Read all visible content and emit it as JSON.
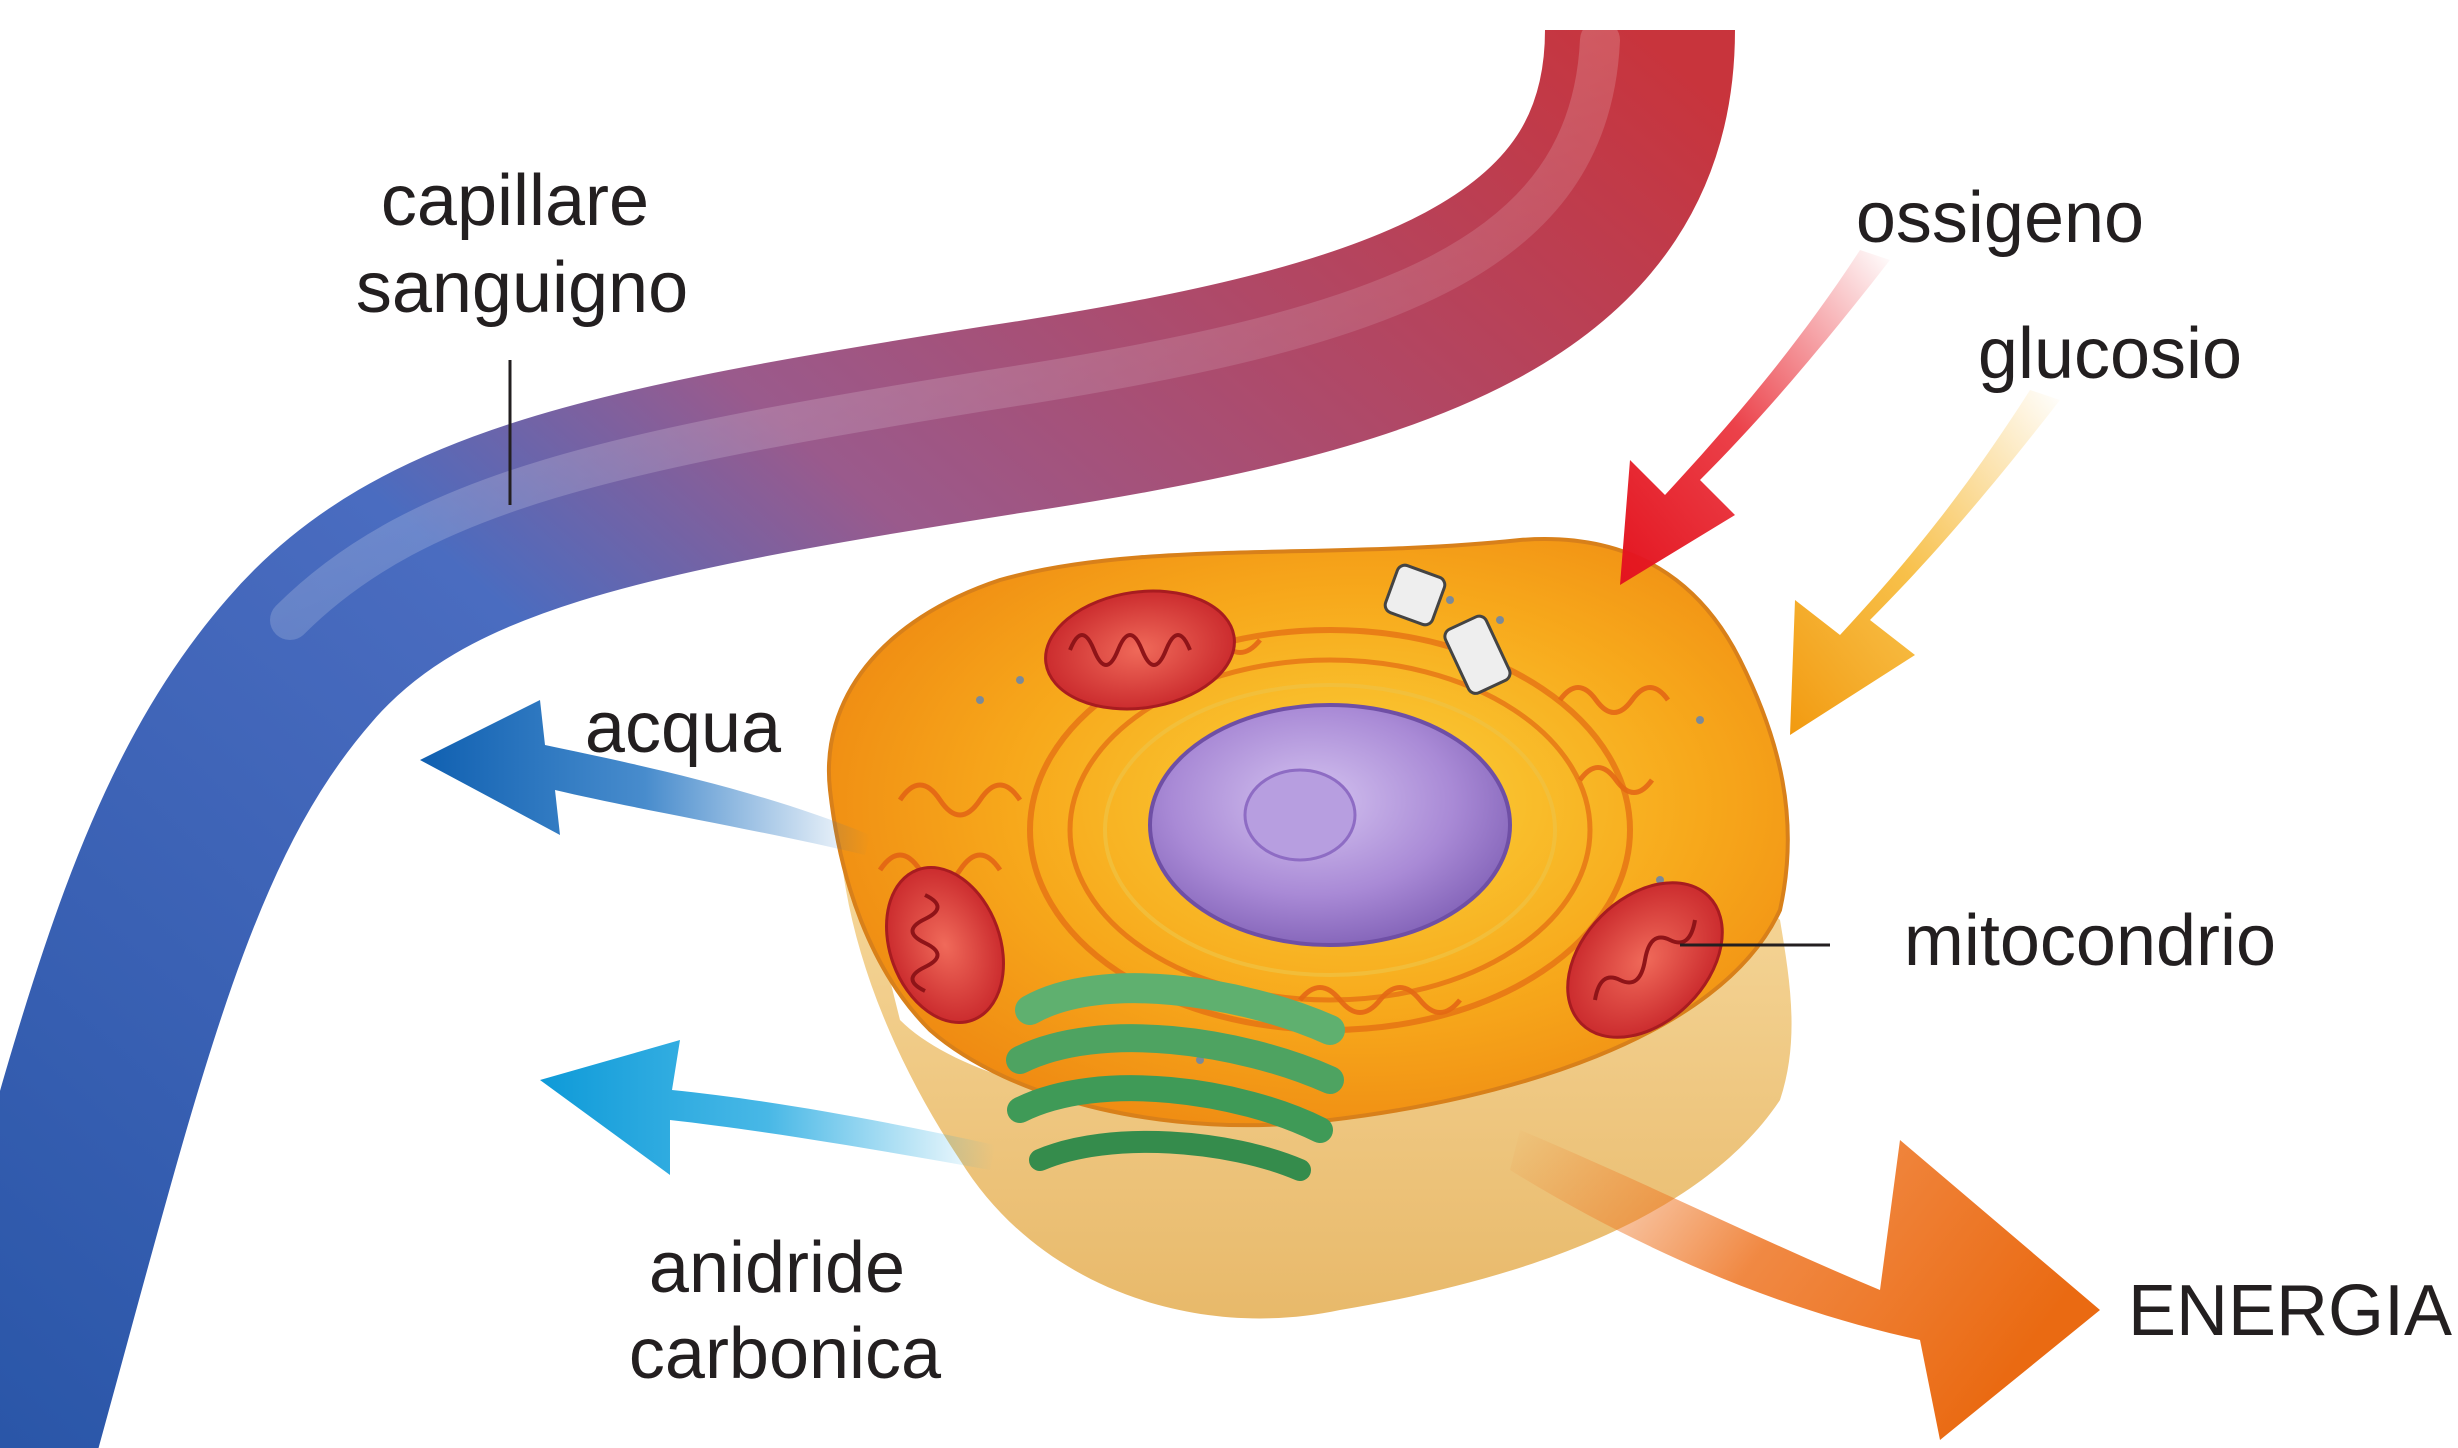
{
  "labels": {
    "capillary_line1": "capillare",
    "capillary_line2": "sanguigno",
    "oxygen": "ossigeno",
    "glucose": "glucosio",
    "water": "acqua",
    "mitochondrion": "mitocondrio",
    "co2_line1": "anidride",
    "co2_line2": "carbonica",
    "energy": "ENERGIA"
  },
  "colors": {
    "capillary_arterial": "#c0353f",
    "capillary_venous": "#2f63b8",
    "oxygen_arrow": "#e8202a",
    "glucose_arrow": "#f4a51c",
    "water_arrow": "#1a6fc0",
    "co2_arrow": "#1aa6e0",
    "energy_arrow": "#ee7422",
    "cytoplasm": "#f7a81b",
    "nucleus": "#a98ad6",
    "mitochondria": "#e13d3d",
    "golgi": "#3f9a57"
  },
  "icons": [
    "capillary-vessel",
    "cell-cutaway",
    "nucleus",
    "mitochondrion",
    "golgi-apparatus",
    "centriole"
  ]
}
